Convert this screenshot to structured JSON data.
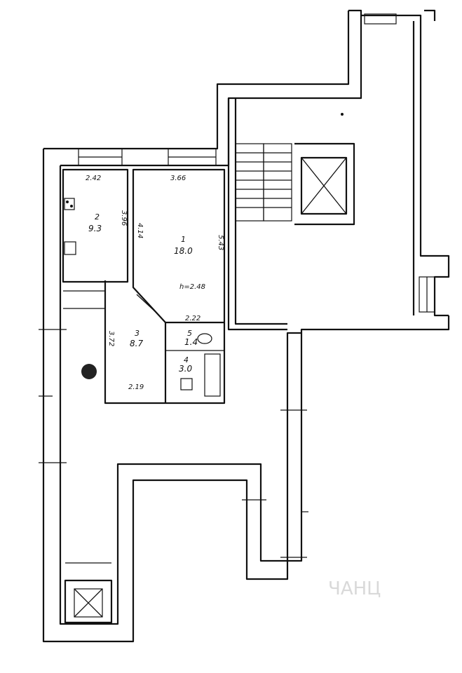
{
  "rooms": [
    {
      "number": "1",
      "area": "18.0"
    },
    {
      "number": "2",
      "area": "9.3"
    },
    {
      "number": "3",
      "area": "8.7"
    },
    {
      "number": "4",
      "area": "3.0"
    },
    {
      "number": "5",
      "area": "1.4"
    }
  ],
  "dimensions": {
    "room2_width": "2.42",
    "room1_width": "3.66",
    "room2_length": "3.96",
    "room1_length_a": "4.14",
    "room1_length_b": "5.43",
    "room1_width_b": "2.22",
    "room3_length": "3.72",
    "room3_width": "2.19"
  },
  "ceiling_height": "h=2.48",
  "watermark": "ЧАНЦ"
}
